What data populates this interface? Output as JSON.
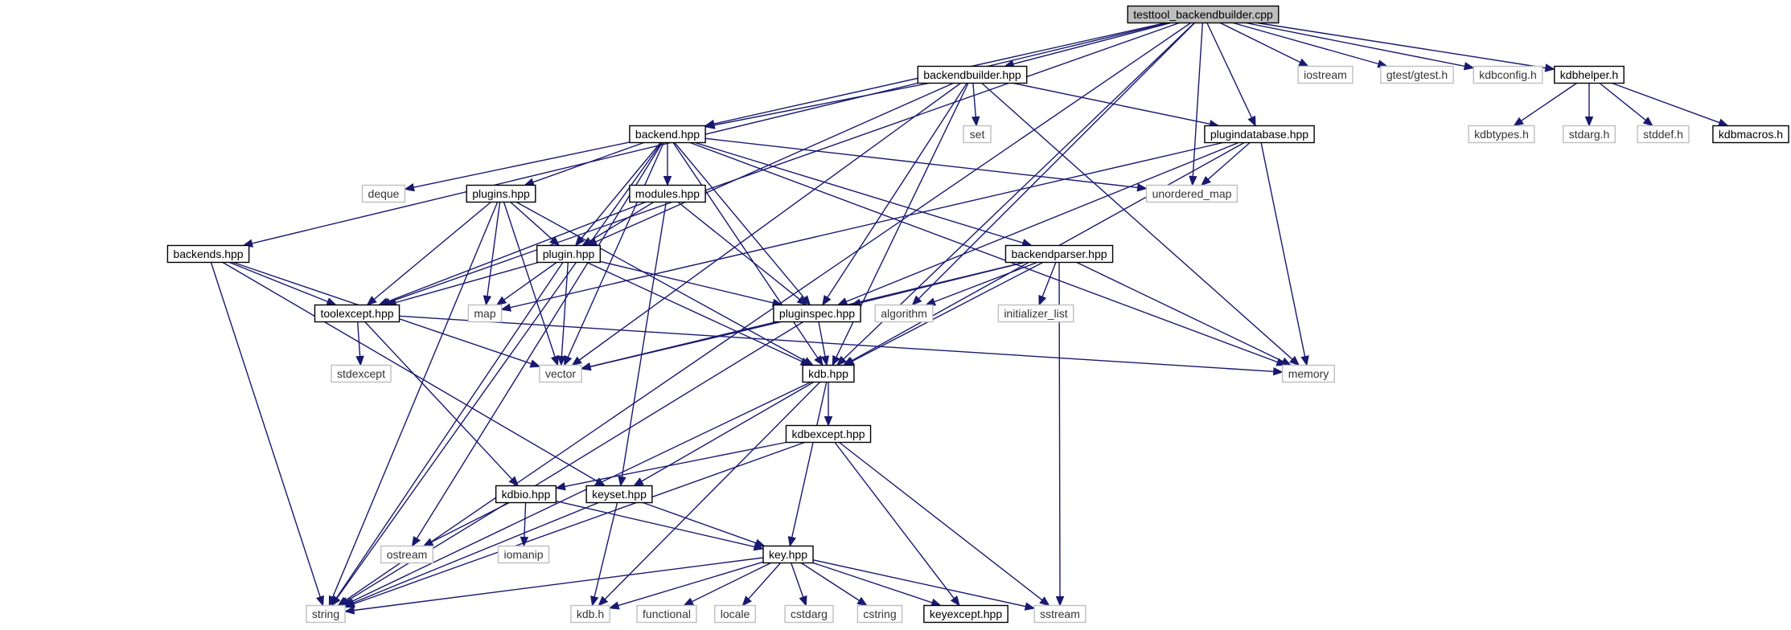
{
  "colors": {
    "edge": "#191970",
    "root_fill": "#bfbfbf",
    "project_border": "#000000",
    "external_border": "#bfbfbf"
  },
  "nodes": [
    {
      "id": "root",
      "label": "testtool_backendbuilder.cpp",
      "kind": "root"
    },
    {
      "id": "backendbuilder",
      "label": "backendbuilder.hpp",
      "kind": "project"
    },
    {
      "id": "iostream",
      "label": "iostream",
      "kind": "external"
    },
    {
      "id": "gtest",
      "label": "gtest/gtest.h",
      "kind": "external"
    },
    {
      "id": "kdbconfig",
      "label": "kdbconfig.h",
      "kind": "external"
    },
    {
      "id": "kdbhelper",
      "label": "kdbhelper.h",
      "kind": "project"
    },
    {
      "id": "backend",
      "label": "backend.hpp",
      "kind": "project"
    },
    {
      "id": "set",
      "label": "set",
      "kind": "external"
    },
    {
      "id": "plugindatabase",
      "label": "plugindatabase.hpp",
      "kind": "project"
    },
    {
      "id": "kdbtypes",
      "label": "kdbtypes.h",
      "kind": "external"
    },
    {
      "id": "stdarg",
      "label": "stdarg.h",
      "kind": "external"
    },
    {
      "id": "stddef",
      "label": "stddef.h",
      "kind": "external"
    },
    {
      "id": "kdbmacros",
      "label": "kdbmacros.h",
      "kind": "project"
    },
    {
      "id": "deque",
      "label": "deque",
      "kind": "external"
    },
    {
      "id": "plugins",
      "label": "plugins.hpp",
      "kind": "project"
    },
    {
      "id": "modules",
      "label": "modules.hpp",
      "kind": "project"
    },
    {
      "id": "unordered_map",
      "label": "unordered_map",
      "kind": "external"
    },
    {
      "id": "backends",
      "label": "backends.hpp",
      "kind": "project"
    },
    {
      "id": "plugin",
      "label": "plugin.hpp",
      "kind": "project"
    },
    {
      "id": "backendparser",
      "label": "backendparser.hpp",
      "kind": "project"
    },
    {
      "id": "toolexcept",
      "label": "toolexcept.hpp",
      "kind": "project"
    },
    {
      "id": "map",
      "label": "map",
      "kind": "external"
    },
    {
      "id": "pluginspec",
      "label": "pluginspec.hpp",
      "kind": "project"
    },
    {
      "id": "algorithm",
      "label": "algorithm",
      "kind": "external"
    },
    {
      "id": "initializer_list",
      "label": "initializer_list",
      "kind": "external"
    },
    {
      "id": "stdexcept",
      "label": "stdexcept",
      "kind": "external"
    },
    {
      "id": "vector",
      "label": "vector",
      "kind": "external"
    },
    {
      "id": "kdb_hpp",
      "label": "kdb.hpp",
      "kind": "project"
    },
    {
      "id": "memory",
      "label": "memory",
      "kind": "external"
    },
    {
      "id": "kdbexcept",
      "label": "kdbexcept.hpp",
      "kind": "project"
    },
    {
      "id": "kdbio",
      "label": "kdbio.hpp",
      "kind": "project"
    },
    {
      "id": "keyset",
      "label": "keyset.hpp",
      "kind": "project"
    },
    {
      "id": "ostream",
      "label": "ostream",
      "kind": "external"
    },
    {
      "id": "iomanip",
      "label": "iomanip",
      "kind": "external"
    },
    {
      "id": "key",
      "label": "key.hpp",
      "kind": "project"
    },
    {
      "id": "string",
      "label": "string",
      "kind": "external"
    },
    {
      "id": "kdb_h",
      "label": "kdb.h",
      "kind": "external"
    },
    {
      "id": "functional",
      "label": "functional",
      "kind": "external"
    },
    {
      "id": "locale",
      "label": "locale",
      "kind": "external"
    },
    {
      "id": "cstdarg",
      "label": "cstdarg",
      "kind": "external"
    },
    {
      "id": "cstring",
      "label": "cstring",
      "kind": "external"
    },
    {
      "id": "keyexcept",
      "label": "keyexcept.hpp",
      "kind": "project"
    },
    {
      "id": "sstream",
      "label": "sstream",
      "kind": "external"
    }
  ],
  "edges": [
    [
      "root",
      "string"
    ],
    [
      "root",
      "toolexcept"
    ],
    [
      "root",
      "backends"
    ],
    [
      "root",
      "backend"
    ],
    [
      "root",
      "backendbuilder"
    ],
    [
      "root",
      "unordered_map"
    ],
    [
      "root",
      "algorithm"
    ],
    [
      "root",
      "plugindatabase"
    ],
    [
      "root",
      "kdb_hpp"
    ],
    [
      "root",
      "iostream"
    ],
    [
      "root",
      "gtest"
    ],
    [
      "root",
      "kdbconfig"
    ],
    [
      "root",
      "kdbhelper"
    ],
    [
      "kdbhelper",
      "kdbtypes"
    ],
    [
      "kdbhelper",
      "stdarg"
    ],
    [
      "kdbhelper",
      "stddef"
    ],
    [
      "kdbhelper",
      "kdbmacros"
    ],
    [
      "backendbuilder",
      "backend"
    ],
    [
      "backendbuilder",
      "set"
    ],
    [
      "backendbuilder",
      "plugindatabase"
    ],
    [
      "backendbuilder",
      "memory"
    ],
    [
      "backendbuilder",
      "plugin"
    ],
    [
      "backendbuilder",
      "pluginspec"
    ],
    [
      "backendbuilder",
      "vector"
    ],
    [
      "backendbuilder",
      "kdb_hpp"
    ],
    [
      "backend",
      "deque"
    ],
    [
      "backend",
      "plugins"
    ],
    [
      "backend",
      "modules"
    ],
    [
      "backend",
      "unordered_map"
    ],
    [
      "backend",
      "backendparser"
    ],
    [
      "backend",
      "memory"
    ],
    [
      "backend",
      "plugin"
    ],
    [
      "backend",
      "pluginspec"
    ],
    [
      "backend",
      "kdb_hpp"
    ],
    [
      "backend",
      "string"
    ],
    [
      "backend",
      "ostream"
    ],
    [
      "backend",
      "vector"
    ],
    [
      "plugindatabase",
      "unordered_map"
    ],
    [
      "plugindatabase",
      "pluginspec"
    ],
    [
      "plugindatabase",
      "map"
    ],
    [
      "plugindatabase",
      "kdb_hpp"
    ],
    [
      "plugindatabase",
      "memory"
    ],
    [
      "plugins",
      "plugin"
    ],
    [
      "plugins",
      "toolexcept"
    ],
    [
      "plugins",
      "map"
    ],
    [
      "plugins",
      "vector"
    ],
    [
      "plugins",
      "string"
    ],
    [
      "plugins",
      "kdb_hpp"
    ],
    [
      "modules",
      "plugin"
    ],
    [
      "modules",
      "toolexcept"
    ],
    [
      "modules",
      "pluginspec"
    ],
    [
      "modules",
      "keyset"
    ],
    [
      "backends",
      "toolexcept"
    ],
    [
      "backends",
      "vector"
    ],
    [
      "backends",
      "string"
    ],
    [
      "backends",
      "keyset"
    ],
    [
      "plugin",
      "toolexcept"
    ],
    [
      "plugin",
      "map"
    ],
    [
      "plugin",
      "vector"
    ],
    [
      "plugin",
      "pluginspec"
    ],
    [
      "plugin",
      "kdb_hpp"
    ],
    [
      "plugin",
      "string"
    ],
    [
      "backendparser",
      "pluginspec"
    ],
    [
      "backendparser",
      "algorithm"
    ],
    [
      "backendparser",
      "initializer_list"
    ],
    [
      "backendparser",
      "vector"
    ],
    [
      "backendparser",
      "kdb_hpp"
    ],
    [
      "backendparser",
      "memory"
    ],
    [
      "backendparser",
      "sstream"
    ],
    [
      "toolexcept",
      "stdexcept"
    ],
    [
      "toolexcept",
      "memory"
    ],
    [
      "toolexcept",
      "kdbio"
    ],
    [
      "pluginspec",
      "vector"
    ],
    [
      "pluginspec",
      "kdb_hpp"
    ],
    [
      "pluginspec",
      "string"
    ],
    [
      "kdb_hpp",
      "kdbexcept"
    ],
    [
      "kdb_hpp",
      "keyset"
    ],
    [
      "kdb_hpp",
      "key"
    ],
    [
      "kdb_hpp",
      "string"
    ],
    [
      "kdb_hpp",
      "kdb_h"
    ],
    [
      "kdbexcept",
      "kdbio"
    ],
    [
      "kdbexcept",
      "string"
    ],
    [
      "kdbexcept",
      "keyexcept"
    ],
    [
      "kdbexcept",
      "sstream"
    ],
    [
      "kdbio",
      "ostream"
    ],
    [
      "kdbio",
      "iomanip"
    ],
    [
      "kdbio",
      "key"
    ],
    [
      "keyset",
      "key"
    ],
    [
      "keyset",
      "kdb_h"
    ],
    [
      "keyset",
      "string"
    ],
    [
      "key",
      "string"
    ],
    [
      "key",
      "kdb_h"
    ],
    [
      "key",
      "functional"
    ],
    [
      "key",
      "locale"
    ],
    [
      "key",
      "cstdarg"
    ],
    [
      "key",
      "cstring"
    ],
    [
      "key",
      "keyexcept"
    ],
    [
      "key",
      "sstream"
    ]
  ]
}
